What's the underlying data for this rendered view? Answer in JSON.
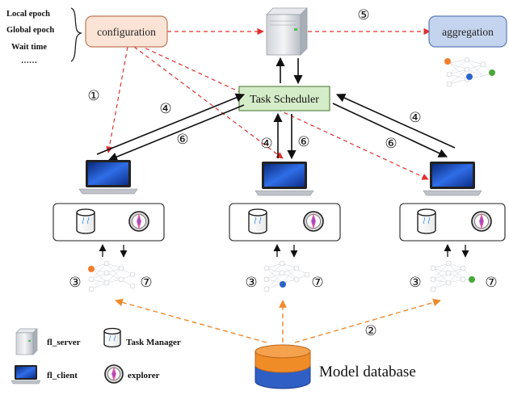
{
  "config_params": {
    "local_epoch": "Local epoch",
    "global_epoch": "Global epoch",
    "wait_time": "Wait time",
    "more": "……"
  },
  "nodes": {
    "configuration": "configuration",
    "aggregation": "aggregation",
    "task_scheduler": "Task Scheduler",
    "model_database": "Model database"
  },
  "steps": {
    "s1": "①",
    "s2": "②",
    "s3": "③",
    "s4": "④",
    "s5": "⑤",
    "s6": "⑥",
    "s7": "⑦"
  },
  "legend": {
    "fl_server": "fl_server",
    "fl_client": "fl_client",
    "task_manager": "Task Manager",
    "explorer": "explorer"
  },
  "colors": {
    "config_fill": "#fbe3d6",
    "config_stroke": "#c07a55",
    "aggregation_fill": "#c5d4ee",
    "aggregation_stroke": "#5f7bb8",
    "scheduler_fill": "#d5ecc8",
    "scheduler_stroke": "#5c8a45",
    "red_dashed": "#e03030",
    "orange_dashed": "#f08a2c",
    "db_orange": "#f08c28",
    "db_blue": "#2f5fc5",
    "node_orange": "#f07e2a",
    "node_blue": "#2a63c9",
    "node_green": "#49a83a"
  }
}
